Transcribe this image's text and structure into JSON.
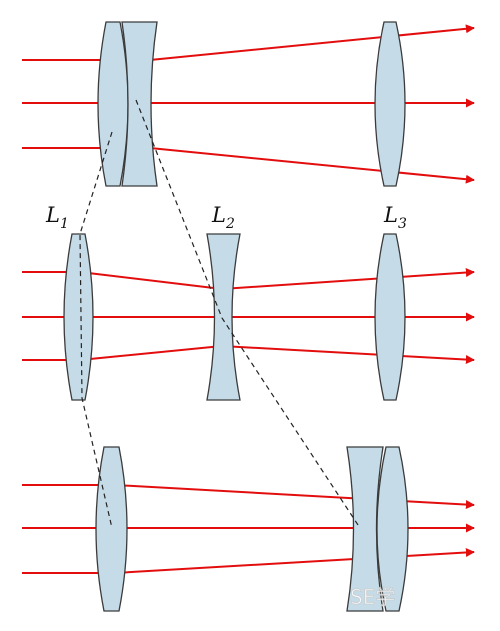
{
  "colors": {
    "ray": "#e30d0d",
    "lens_fill": "#c5dce8",
    "lens_stroke": "#3b3b3b",
    "guide": "#222222"
  },
  "labels": {
    "l1": {
      "main": "L",
      "sub": "1"
    },
    "l2": {
      "main": "L",
      "sub": "2"
    },
    "l3": {
      "main": "L",
      "sub": "3"
    }
  },
  "watermark": {
    "text": "SE学"
  }
}
